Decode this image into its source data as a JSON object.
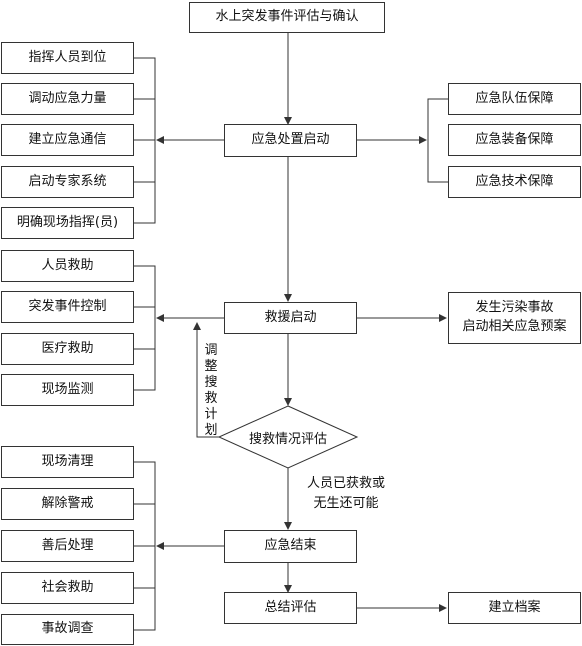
{
  "title": "水上突发事件评估与确认",
  "main": {
    "start": "应急处置启动",
    "rescue": "救援启动",
    "assess": "搜救情况评估",
    "end": "应急结束",
    "summary": "总结评估"
  },
  "left_group_1": [
    "指挥人员到位",
    "调动应急力量",
    "建立应急通信",
    "启动专家系统",
    "明确现场指挥(员)"
  ],
  "right_group_1": [
    "应急队伍保障",
    "应急装备保障",
    "应急技术保障"
  ],
  "left_group_2": [
    "人员救助",
    "突发事件控制",
    "医疗救助",
    "现场监测"
  ],
  "pollution": {
    "line1": "发生污染事故",
    "line2": "启动相关应急预案"
  },
  "feedback_label": "调整搜救计划",
  "condition": {
    "line1": "人员已获救或",
    "line2": "无生还可能"
  },
  "left_group_3": [
    "现场清理",
    "解除警戒",
    "善后处理",
    "社会救助",
    "事故调查"
  ],
  "archive": "建立档案"
}
